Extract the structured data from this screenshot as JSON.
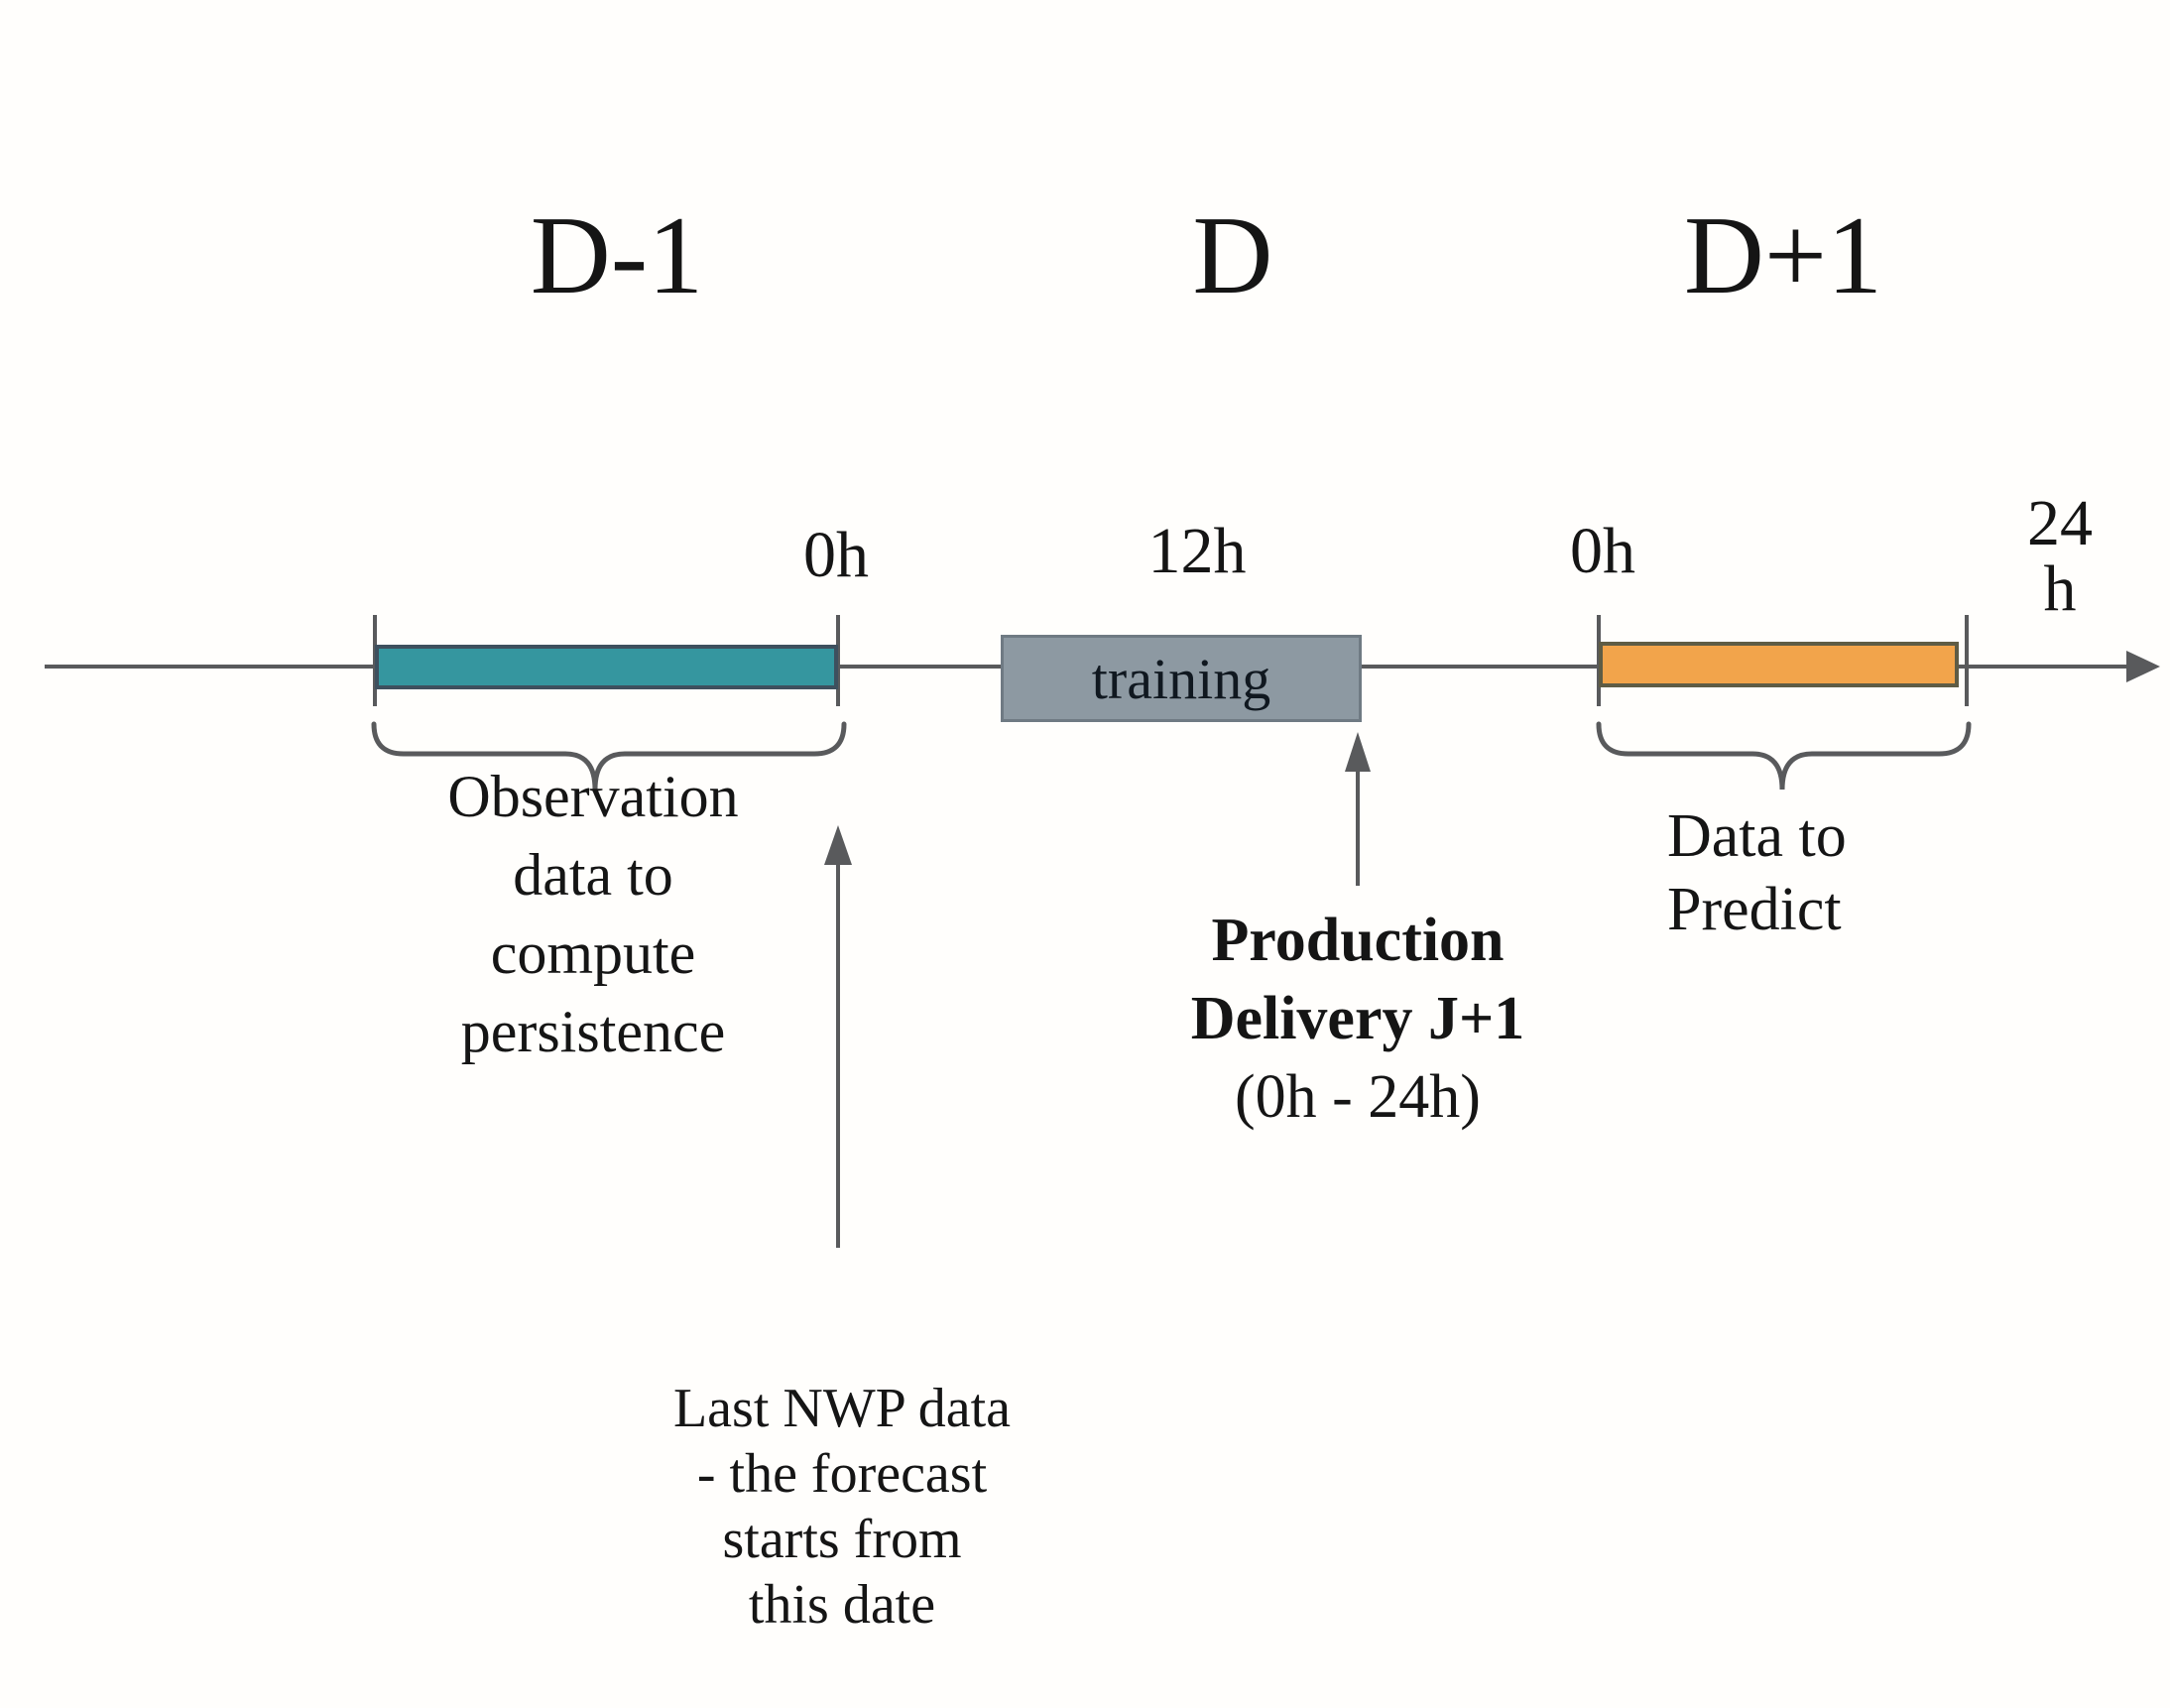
{
  "timeline": {
    "day_labels": [
      {
        "label": "D-1"
      },
      {
        "label": "D"
      },
      {
        "label": "D+1"
      }
    ],
    "tick_labels": {
      "persistence_end": "0h",
      "training_mid": "12h",
      "predict_start": "0h",
      "predict_end_line1": "24",
      "predict_end_line2": "h"
    },
    "training_box_label": "training"
  },
  "annotations": {
    "observation": {
      "lines": [
        "Observation",
        "data to",
        "compute",
        "persistence"
      ]
    },
    "production": {
      "line1": "Production",
      "line2": "Delivery J+1",
      "line3": "(0h - 24h)"
    },
    "data_to_predict": {
      "line1": "Data to",
      "line2": "Predict"
    },
    "last_nwp": {
      "lines": [
        "Last NWP data",
        "- the forecast",
        "starts from",
        "this date"
      ]
    }
  },
  "colors": {
    "bg": "#fffefc",
    "text": "#151515",
    "line": "#595A5C",
    "teal-fill": "#35969F",
    "teal-border": "#3E505E",
    "orange-fill": "#F2A44B",
    "orange-border": "#5F5C45",
    "training-fill": "#8D99A2",
    "training-border": "#6F7A83",
    "training-text": "#101820"
  }
}
